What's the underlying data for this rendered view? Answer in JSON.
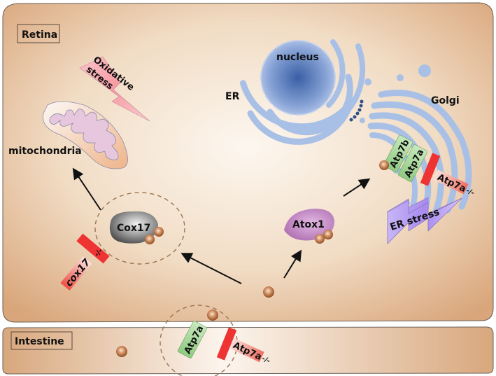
{
  "regions": {
    "retina_label": "Retina",
    "intestine_label": "Intestine"
  },
  "organelles": {
    "nucleus": "nucleus",
    "er": "ER",
    "golgi": "Golgi",
    "mitochondria": "mitochondria"
  },
  "proteins": {
    "cox17": "Cox17",
    "atox1": "Atox1",
    "atp7b_golgi": "Atp7b",
    "atp7a_golgi": "Atp7a",
    "atp7a_intestine": "Atp7a"
  },
  "knockouts": {
    "cox17_ko": "cox17",
    "cox17_ko_suffix": "-/-",
    "atp7a_ko_golgi": "Atp7a",
    "atp7a_ko_golgi_suffix": "-/-",
    "atp7a_ko_intestine": "Atp7a",
    "atp7a_ko_intestine_suffix": "-/-"
  },
  "stress": {
    "oxidative_line1": "Oxidative",
    "oxidative_line2": "stress",
    "er_stress": "ER stress"
  },
  "colors": {
    "cell_edge": "#dcaa7e",
    "cell_center": "#fbf1e6",
    "copper": "#b8693a",
    "er_blue": "#a9c0e6",
    "nucleus_blue": "#3e64a8",
    "ko_red": "#ee3333",
    "atp_green": "#9fd391",
    "atox_purple": "#c27ec2",
    "er_stress_purple": "#b49cf0",
    "oxidative_pink": "#f9a0a8"
  }
}
